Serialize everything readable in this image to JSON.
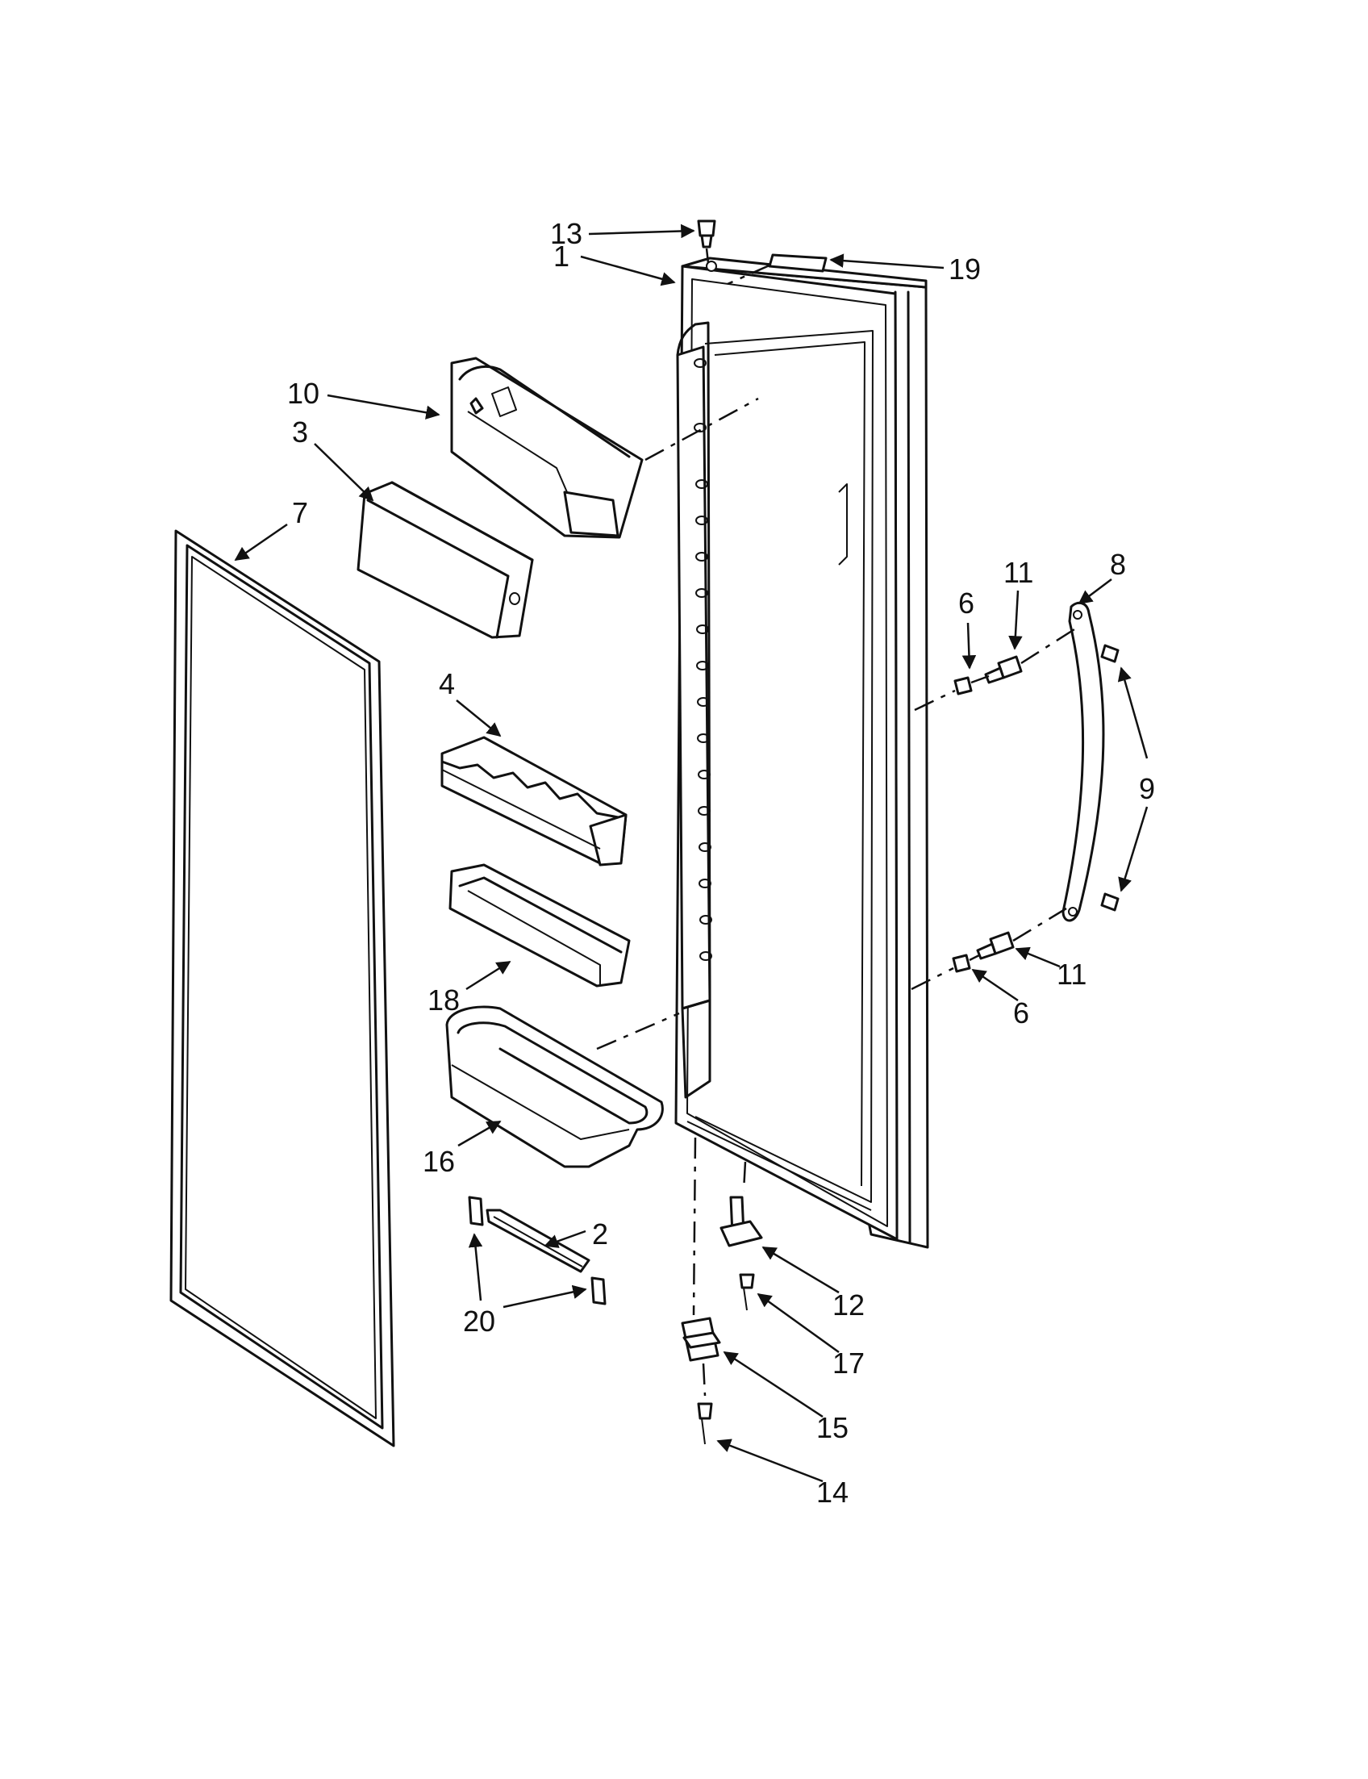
{
  "diagram": {
    "callouts": {
      "c1": "1",
      "c2": "2",
      "c3": "3",
      "c4": "4",
      "c6a": "6",
      "c6b": "6",
      "c7": "7",
      "c8": "8",
      "c9": "9",
      "c10": "10",
      "c11a": "11",
      "c11b": "11",
      "c12": "12",
      "c13": "13",
      "c14": "14",
      "c15": "15",
      "c16": "16",
      "c17": "17",
      "c18": "18",
      "c19": "19",
      "c20": "20"
    }
  }
}
